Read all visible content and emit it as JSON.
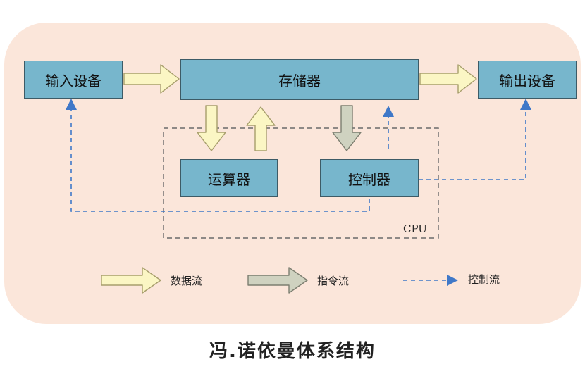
{
  "nodes": {
    "input_device": "输入设备",
    "memory": "存储器",
    "output_device": "输出设备",
    "alu": "运算器",
    "controller": "控制器"
  },
  "cpu_label": "CPU",
  "legend": {
    "data_flow": "数据流",
    "instruction_flow": "指令流",
    "control_flow": "控制流"
  },
  "caption": "冯.诺依曼体系结构",
  "colors": {
    "panel": "#fbe6da",
    "box_fill": "#77b6cc",
    "data_arrow": "#fbf6c4",
    "instruction_arrow": "#cfd2c0",
    "control_line": "#3f78c8"
  }
}
